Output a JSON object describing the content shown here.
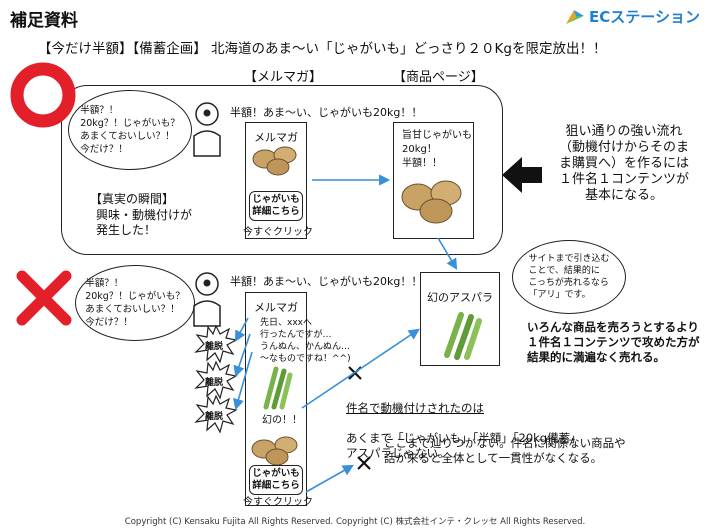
{
  "header": {
    "title": "補足資料",
    "logo_text": "ECステーション"
  },
  "headline": "【今だけ半額】【備蓄企画】 北海道のあま〜い「じゃがいも」どっさり２０Kgを限定放出！！",
  "labels": {
    "mailmag": "【メルマガ】",
    "product_page": "【商品ページ】"
  },
  "good_case": {
    "thought": "半額？！\n20kg？！じゃがいも？\nあまくておいしい？！\n今だけ？！",
    "tweet": "半額！あま〜い、じゃがいも20kg！！",
    "card_title": "メルマガ",
    "banner": "じゃがいも\n詳細こちら",
    "click": "今すぐクリック",
    "product_text": "旨甘じゃがいも\n20kg！\n半額！！",
    "truth_label": "【真実の瞬間】",
    "truth_text": "興味・動機付けが\n発生した！"
  },
  "right_note": "狙い通りの強い流れ\n（動機付けからそのま\nま購買へ）を作るには\n１件名１コンテンツが\n基本になる。",
  "bad_case": {
    "thought": "半額？！\n20kg？！じゃがいも？\nあまくておいしい？！\n今だけ？！",
    "tweet": "半額！あま〜い、じゃがいも20kg！！",
    "card_title": "メルマガ",
    "body": "先日、xxxへ\n行ったんですが…\nうんぬん、かんぬん…\n〜なものですね！^^)",
    "maboroshi": "幻の！！",
    "banner": "じゃがいも\n詳細こちら",
    "click": "今すぐクリック",
    "exit_label": "離脱",
    "asparagus_page": "幻のアスパラ"
  },
  "bubble_right": "サイトまで引き込む\nことで、結果的に\nこっちが売れるなら\n「アリ」です。",
  "bold_note": "いろんな商品を売ろうとするより\n１件名１コンテンツで攻めた方が\n結果的に満遍なく売れる。",
  "note1": {
    "underlined": "件名で動機付けされたのは",
    "rest": "あくまで「じゃがいも」「半額」「20kg備蓄」\nアスパラじゃない。"
  },
  "note2": "ここまで辿りつかない。件名に関係ない商品や\n話が来ると全体として一貫性がなくなる。",
  "footer": "Copyright (C) Kensaku Fujita All Rights Reserved. Copyright (C) 株式会社インテ・クレッセ All Rights Reserved.",
  "colors": {
    "good": "#e3202a",
    "bad": "#e3202a",
    "arrow": "#3a8fd9",
    "logo": "#1f7fd0"
  },
  "icons": [
    "red-circle-icon",
    "red-cross-icon",
    "person-icon",
    "potato-icon",
    "asparagus-icon",
    "black-arrow-icon",
    "exit-burst-icon",
    "x-mark-icon",
    "logo-mark-icon"
  ]
}
